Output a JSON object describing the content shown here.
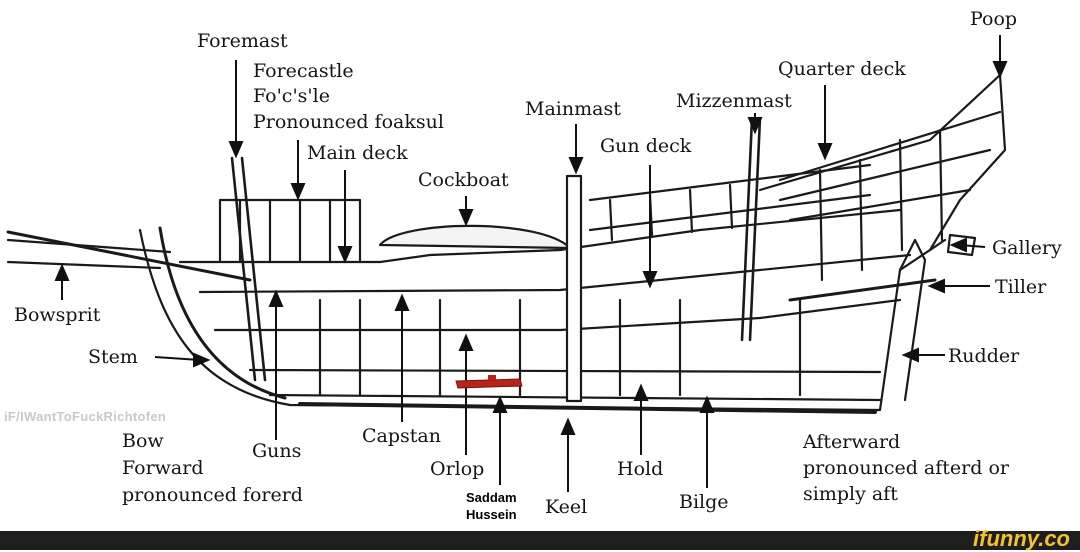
{
  "labels": {
    "poop": "Poop",
    "foremast": "Foremast",
    "forecastle": "Forecastle",
    "focsle": "Fo'c's'le",
    "pronounced_foaksul": "Pronounced foaksul",
    "main_deck": "Main deck",
    "quarter_deck": "Quarter deck",
    "mainmast": "Mainmast",
    "mizzenmast": "Mizzenmast",
    "gun_deck": "Gun deck",
    "cockboat": "Cockboat",
    "gallery": "Gallery",
    "tiller": "Tiller",
    "bowsprit": "Bowsprit",
    "stem": "Stem",
    "rudder": "Rudder",
    "bow": "Bow",
    "forward": "Forward",
    "pronounced_forerd": "pronounced forerd",
    "guns": "Guns",
    "capstan": "Capstan",
    "orlop": "Orlop",
    "saddam": "Saddam",
    "hussein": "Hussein",
    "keel": "Keel",
    "hold": "Hold",
    "bilge": "Bilge",
    "afterward": "Afterward",
    "pronounced_afterd": "pronounced afterd or",
    "simply_aft": "simply aft"
  },
  "watermark": "iF/IWantToFuckRichtofen",
  "brand": "ifunny.co",
  "colors": {
    "ink": "#151515",
    "submarine": "#b8231a",
    "footer": "#1e1e1e",
    "brand": "#f2c230"
  }
}
